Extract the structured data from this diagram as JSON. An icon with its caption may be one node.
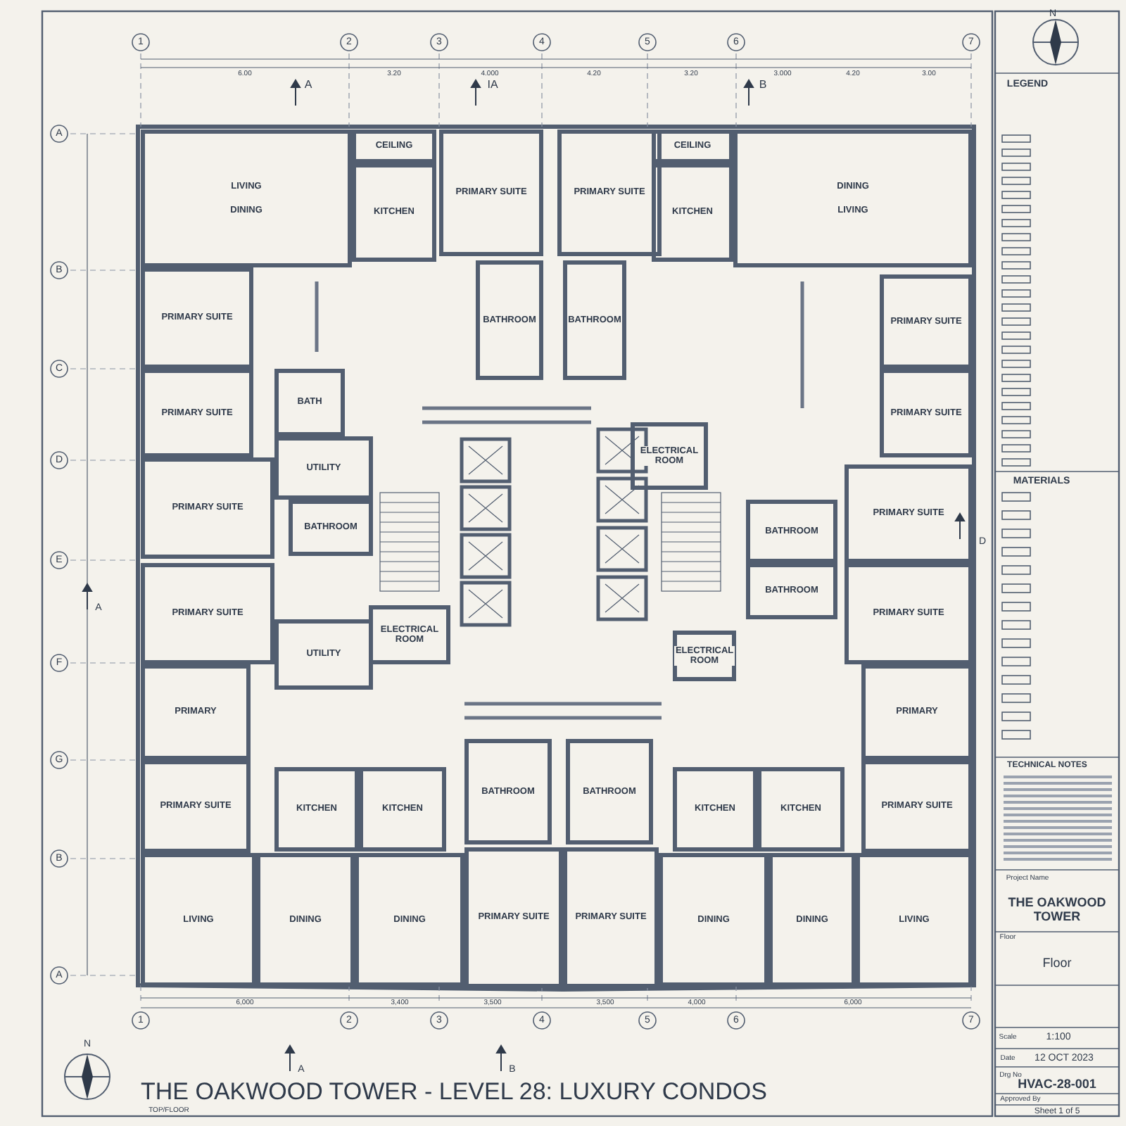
{
  "diagram": {
    "title": "THE OAKWOOD TOWER - LEVEL 28: LUXURY CONDOS",
    "nodes": [
      {
        "text": [
          "LIVING",
          "DINING"
        ]
      },
      {
        "text": [
          "CEILING"
        ]
      },
      {
        "text": [
          "KITCHEN"
        ]
      },
      {
        "text": [
          "PRIMARY SUITE"
        ]
      },
      {
        "text": [
          "PRIMARY SUITE"
        ]
      },
      {
        "text": [
          "PRIMARY SUITE"
        ]
      },
      {
        "text": [
          "BATH"
        ]
      },
      {
        "text": [
          "UTILITY"
        ]
      },
      {
        "text": [
          "BATHROOM"
        ]
      },
      {
        "text": [
          "PRIMARY SUITE"
        ]
      },
      {
        "text": [
          "BATHROOM"
        ]
      },
      {
        "text": [
          "PRIMARY SUITE"
        ]
      },
      {
        "text": [
          "BATHROOM"
        ]
      },
      {
        "text": [
          "CEILING"
        ]
      },
      {
        "text": [
          "KITCHEN"
        ]
      },
      {
        "text": [
          "DINING",
          "LIVING"
        ]
      },
      {
        "text": [
          "PRIMARY SUITE"
        ]
      },
      {
        "text": [
          "PRIMARY SUITE"
        ]
      },
      {
        "text": [
          "BATHROOM"
        ]
      },
      {
        "text": [
          "PRIMARY SUITE"
        ]
      },
      {
        "text": [
          "ELECTRICAL ROOM"
        ]
      },
      {
        "text": [
          "ELECTRICAL ROOM"
        ]
      },
      {
        "text": [
          "ELECTRICAL ROOM"
        ]
      },
      {
        "text": [
          "PRIMARY SUITE"
        ]
      },
      {
        "text": [
          "UTILITY"
        ]
      },
      {
        "text": [
          "BATHROOM"
        ]
      },
      {
        "text": [
          "PRIMARY SUITE"
        ]
      },
      {
        "text": [
          "PRIMARY"
        ]
      },
      {
        "text": [
          "PRIMARY SUITE"
        ]
      },
      {
        "text": [
          "KITCHEN"
        ]
      },
      {
        "text": [
          "KITCHEN"
        ]
      },
      {
        "text": [
          "BATHROOM"
        ]
      },
      {
        "text": [
          "BATHROOM"
        ]
      },
      {
        "text": [
          "KITCHEN"
        ]
      },
      {
        "text": [
          "KITCHEN"
        ]
      },
      {
        "text": [
          "PRIMARY"
        ]
      },
      {
        "text": [
          "PRIMARY SUITE"
        ]
      },
      {
        "text": [
          "LIVING"
        ]
      },
      {
        "text": [
          "DINING"
        ]
      },
      {
        "text": [
          "DINING"
        ]
      },
      {
        "text": [
          "PRIMARY SUITE"
        ]
      },
      {
        "text": [
          "PRIMARY SUITE"
        ]
      },
      {
        "text": [
          "DINING"
        ]
      },
      {
        "text": [
          "DINING"
        ]
      },
      {
        "text": [
          "LIVING"
        ]
      }
    ],
    "labels": [
      "N",
      "1",
      "2",
      "3",
      "4",
      "5",
      "6",
      "7",
      "6.00",
      "3.20",
      "4.000",
      "4.20",
      "3.20",
      "3.000",
      "4.20",
      "3.00",
      "A",
      "IA",
      "B",
      "A",
      "B",
      "C",
      "D",
      "E",
      "F",
      "G",
      "B",
      "A",
      "A",
      "D",
      "A",
      "B",
      "6,000",
      "3,400",
      "3,500",
      "3,500",
      "4,000",
      "6,000",
      "1",
      "2",
      "3",
      "4",
      "5",
      "6",
      "7",
      "N",
      "LEGEND",
      "MATERIALS",
      "TECHNICAL NOTES",
      "Project Name",
      "THE OAKWOOD TOWER",
      "Floor",
      "Floor",
      "Scale",
      "1:100",
      "Date",
      "12 OCT 2023",
      "Drg No",
      "HVAC-28-001",
      "Approved By",
      "Sheet 1 of 5",
      "TOP/FLOOR"
    ]
  }
}
